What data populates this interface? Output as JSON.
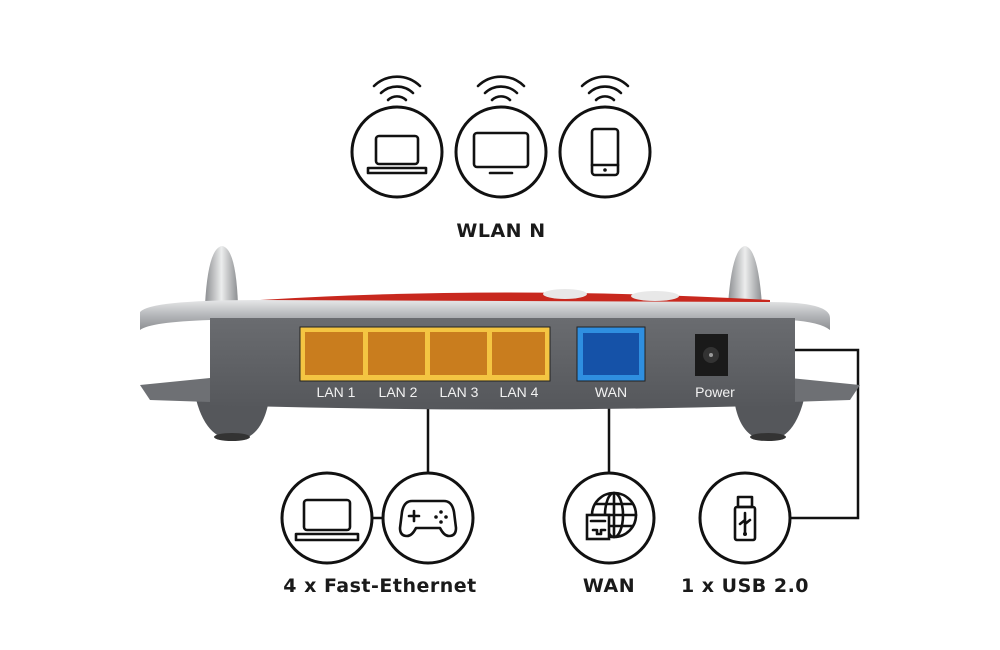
{
  "wlan": {
    "label": "WLAN N",
    "devices": [
      "laptop",
      "monitor",
      "smartphone"
    ]
  },
  "router": {
    "ports": [
      {
        "label": "LAN 1"
      },
      {
        "label": "LAN 2"
      },
      {
        "label": "LAN 3"
      },
      {
        "label": "LAN 4"
      },
      {
        "label": "WAN"
      },
      {
        "label": "Power"
      }
    ],
    "colors": {
      "lan": "#f4c542",
      "wan": "#2f8fe0",
      "body": "#5d5f63",
      "shell": "#b7b9bc",
      "accent": "#c8281e"
    }
  },
  "features": {
    "ethernet": {
      "label": "4 x Fast-Ethernet"
    },
    "wan": {
      "label": "WAN"
    },
    "usb": {
      "label": "1 x USB 2.0"
    }
  }
}
